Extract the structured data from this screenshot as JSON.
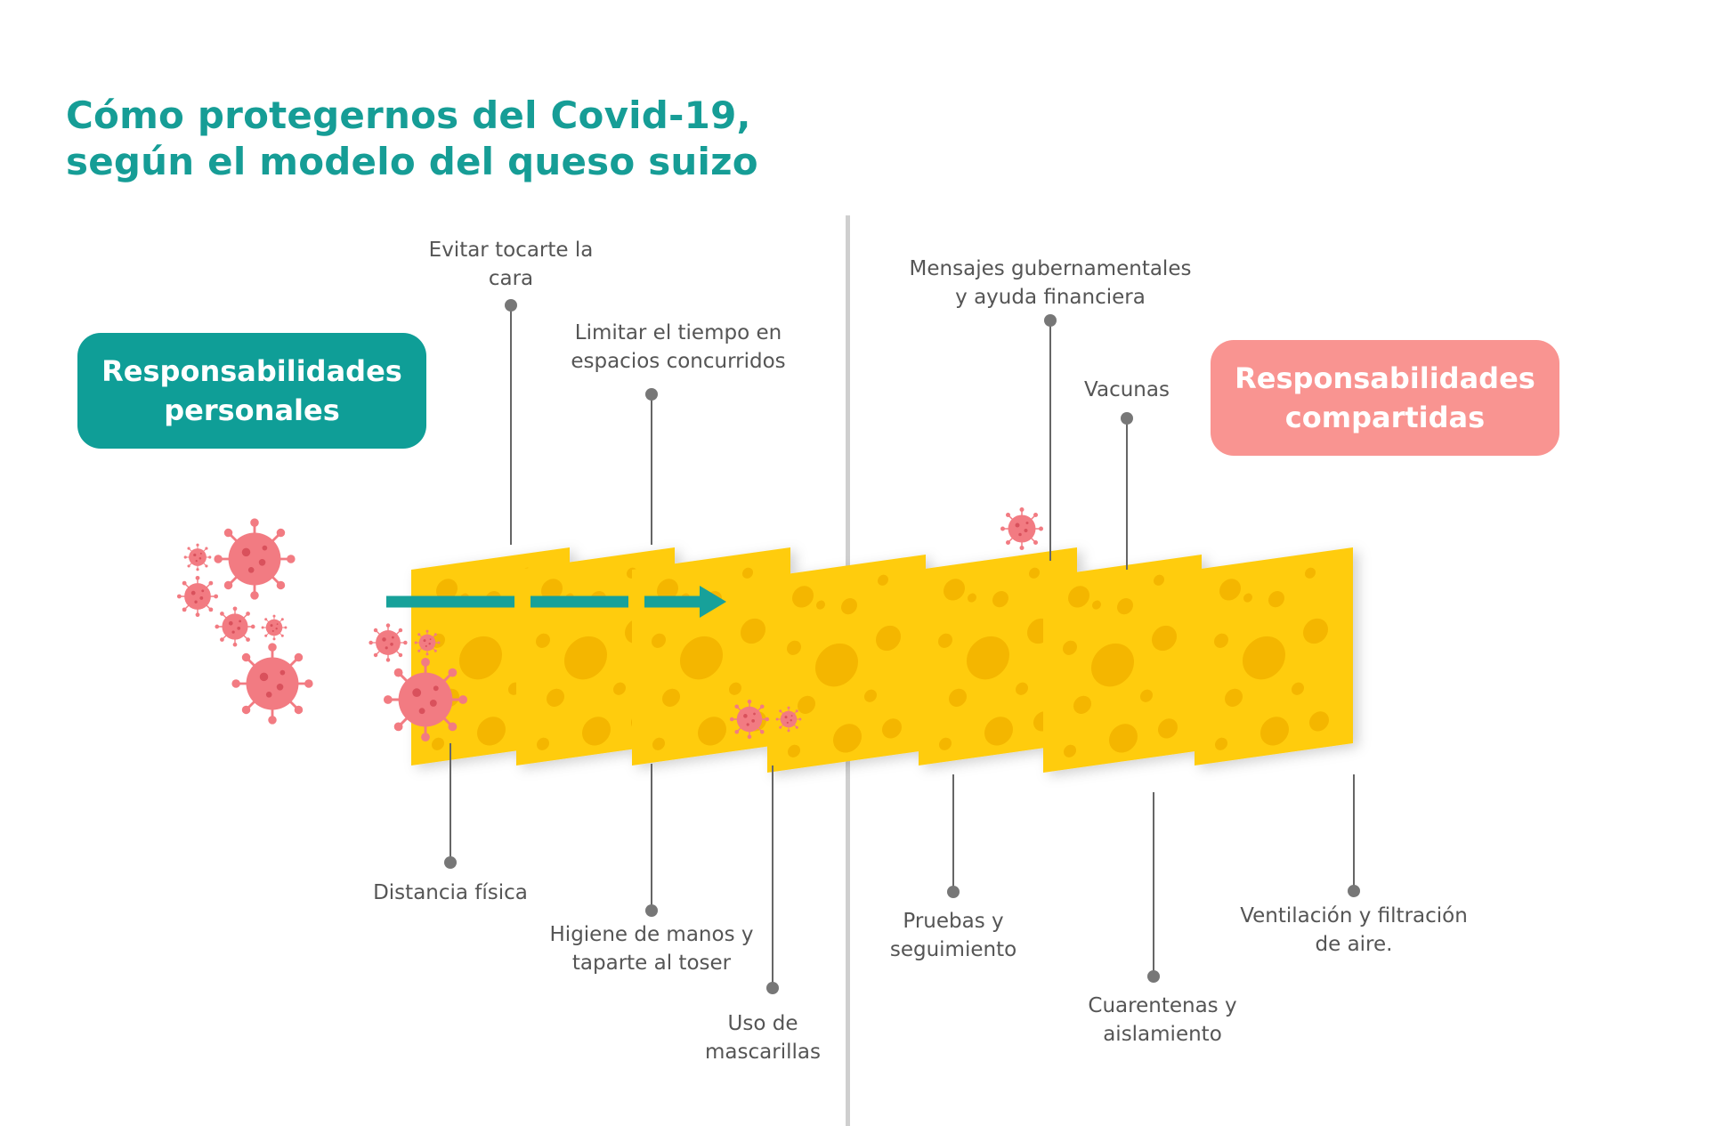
{
  "title": {
    "line1": "Cómo protegernos del Covid-19,",
    "line2": "según el modelo del queso suizo"
  },
  "groups": {
    "personal": {
      "line1": "Responsabilidades",
      "line2": "personales"
    },
    "shared": {
      "line1": "Responsabilidades",
      "line2": "compartidas"
    }
  },
  "labels": {
    "distancia": [
      "Distancia física"
    ],
    "evitar": [
      "Evitar tocarte la",
      "cara"
    ],
    "higiene": [
      "Higiene de manos y",
      "taparte al toser"
    ],
    "limitar": [
      "Limitar el tiempo en",
      "espacios concurridos"
    ],
    "mascarillas": [
      "Uso de",
      "mascarillas"
    ],
    "pruebas": [
      "Pruebas y",
      "seguimiento"
    ],
    "mensajes": [
      "Mensajes gubernamentales",
      "y ayuda financiera"
    ],
    "vacunas": [
      "Vacunas"
    ],
    "cuarentenas": [
      "Cuarentenas y",
      "aislamiento"
    ],
    "ventilacion": [
      "Ventilación y filtración",
      "de aire."
    ]
  },
  "colors": {
    "title": "#169d96",
    "personal": "#0f9e97",
    "shared": "#f99491",
    "cheese": "#ffcc0a",
    "hole": "#f3b300",
    "virus": "#f27b82",
    "arrow": "#17a19a",
    "leader": "#666666"
  },
  "icons": {
    "virus": "virus-icon",
    "arrow": "arrow-right-icon",
    "cheese": "cheese-slice"
  }
}
